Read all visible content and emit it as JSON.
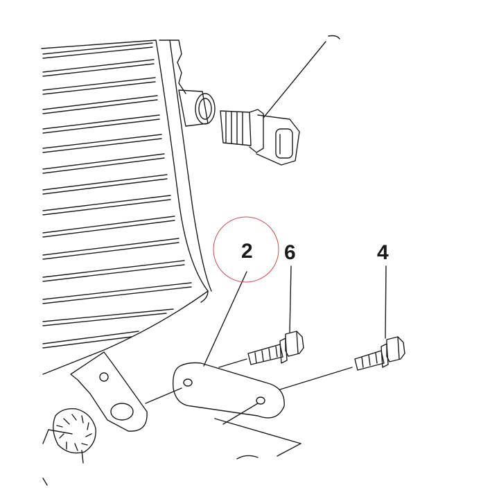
{
  "diagram": {
    "callouts": [
      {
        "label": "2"
      },
      {
        "label": "6"
      },
      {
        "label": "4"
      }
    ],
    "highlight_color": "#d9444c",
    "line_color": "#1a1a1a"
  }
}
